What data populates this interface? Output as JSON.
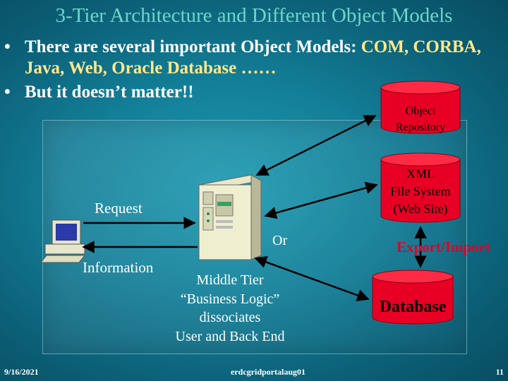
{
  "slide": {
    "title": "3-Tier Architecture and Different Object Models",
    "bullets": [
      {
        "prefix": "There are several important Object Models: ",
        "highlight": "COM, CORBA, Java, Web, Oracle Database ……"
      },
      {
        "prefix": "But it doesn’t matter!!",
        "highlight": ""
      }
    ],
    "bullet_symbol": "•"
  },
  "diagram": {
    "object_repository": {
      "line1": "Object",
      "line2": "Repository"
    },
    "xml_file_system": {
      "line1": "XML",
      "line2": "File System",
      "line3": "(Web Site)"
    },
    "database": "Database",
    "request": "Request",
    "or": "Or",
    "information": "Information",
    "export_import": "Export/Import",
    "middle_tier": {
      "line1": "Middle Tier",
      "line2": "“Business Logic”",
      "line3": "dissociates",
      "line4": "User and Back End"
    }
  },
  "footer": {
    "date": "9/16/2021",
    "source": "erdcgridportalaug01",
    "page": "11"
  },
  "colors": {
    "cylinder_fill": "#e80024",
    "title": "#6ed6c8",
    "export_import": "#e0002a",
    "background": "#137f98"
  }
}
